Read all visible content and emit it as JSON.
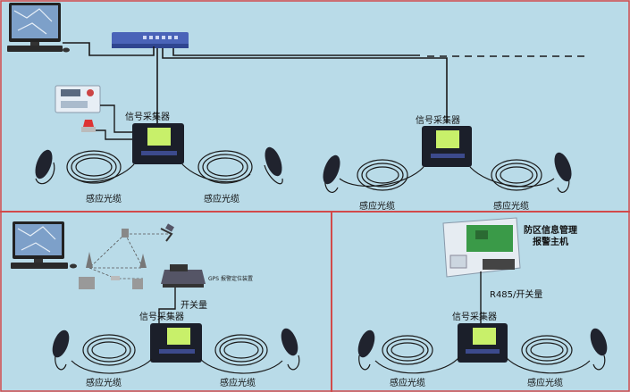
{
  "labels": {
    "collector": "信号采集器",
    "cable": "感应光缆",
    "switch_qty": "开关量",
    "rs485": "R485/开关量",
    "host_line1": "防区信息管理",
    "host_line2": "报警主机",
    "gps": "GPS 报警定位装置"
  },
  "colors": {
    "background": "#b9dbe8",
    "divider": "#d24a4a",
    "wire": "#1a1a1a",
    "screen": "#c8f06a",
    "device": "#1b1f2a",
    "switch": "#4a63b8"
  }
}
